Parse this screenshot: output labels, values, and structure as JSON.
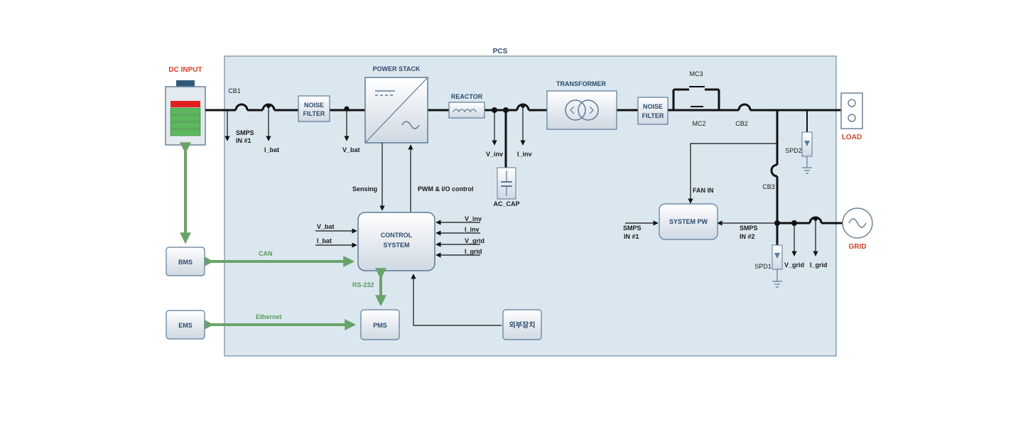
{
  "colors": {
    "panel": "#dbe7ef",
    "panel_border": "#8aa0b4",
    "box_fill": "#e6ecf3",
    "box_border": "#5c7a96",
    "green_link": "#6aa36a",
    "red_label": "#d6402b",
    "battery_green": "#5cb85c",
    "battery_red": "#e02020"
  },
  "labels": {
    "pcs": "PCS",
    "dc_input": "DC INPUT",
    "load": "LOAD",
    "grid": "GRID",
    "cb1": "CB1",
    "cb2": "CB2",
    "cb3": "CB3",
    "mc2": "MC2",
    "mc3": "MC3",
    "spd1": "SPD1",
    "spd2": "SPD2",
    "smps1_a": "SMPS",
    "smps1_b": "IN #1",
    "smps1r_a": "SMPS",
    "smps1r_b": "IN #1",
    "smps2_a": "SMPS",
    "smps2_b": "IN #2",
    "i_bat": "I_bat",
    "v_bat": "V_bat",
    "v_inv": "V_inv",
    "i_inv": "I_inv",
    "ac_cap": "AC_CAP",
    "v_grid": "V_grid",
    "i_grid": "I_grid",
    "fan_in": "FAN IN",
    "sensing": "Sensing",
    "pwm": "PWM & I/O control",
    "can": "CAN",
    "ethernet": "Ethernet",
    "rs232": "RS-232",
    "cs_in_left": [
      "V_bat",
      "I_bat"
    ],
    "cs_in_right": [
      "V_inv",
      "I_inv",
      "V_grid",
      "I_grid"
    ]
  },
  "blocks": {
    "power_stack": "POWER STACK",
    "reactor": "REACTOR",
    "transformer": "TRANSFORMER",
    "noise_filter_1": [
      "NOISE",
      "FILTER"
    ],
    "noise_filter_2": [
      "NOISE",
      "FILTER"
    ],
    "control_system": [
      "CONTROL",
      "SYSTEM"
    ],
    "system_pw": "SYSTEM PW",
    "bms": "BMS",
    "ems": "EMS",
    "pms": "PMS",
    "external": "외부장치"
  }
}
